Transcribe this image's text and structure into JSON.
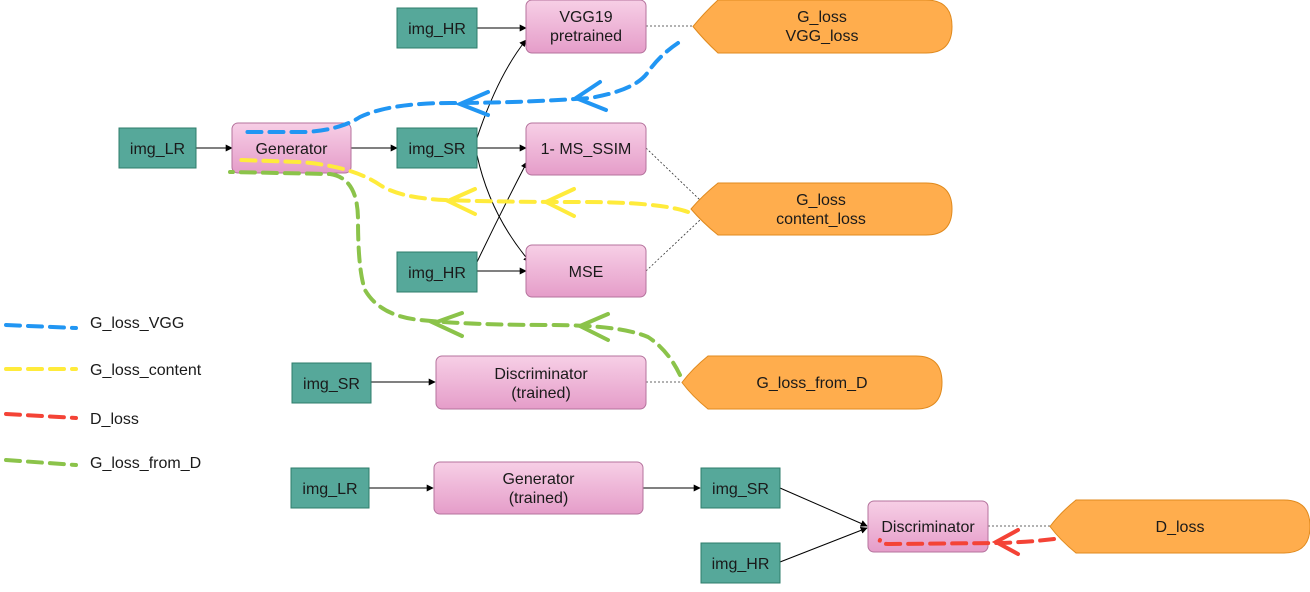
{
  "colors": {
    "teal_fill": "#56a89a",
    "teal_stroke": "#2e7d6b",
    "pink_top": "#f7cfe6",
    "pink_bottom": "#e59dc9",
    "pink_stroke": "#b5739d",
    "orange_fill": "#ffad4d",
    "orange_stroke": "#e08a1e",
    "blue": "#2196f3",
    "yellow": "#ffeb3b",
    "red": "#f44336",
    "green": "#8bc34a"
  },
  "nodes": {
    "img_lr_1": "img_LR",
    "generator_1": "Generator",
    "img_sr_1": "img_SR",
    "img_hr_1": "img_HR",
    "vgg19": [
      "VGG19",
      "pretrained"
    ],
    "ms_ssim": "1- MS_SSIM",
    "img_hr_2": "img_HR",
    "mse": "MSE",
    "g_loss_vgg": [
      "G_loss",
      "VGG_loss"
    ],
    "g_loss_content": [
      "G_loss",
      "content_loss"
    ],
    "img_sr_2": "img_SR",
    "discriminator_trained": [
      "Discriminator",
      "(trained)"
    ],
    "g_loss_from_d": "G_loss_from_D",
    "img_lr_2": "img_LR",
    "generator_trained": [
      "Generator",
      "(trained)"
    ],
    "img_sr_3": "img_SR",
    "img_hr_3": "img_HR",
    "discriminator_2": "Discriminator",
    "d_loss": "D_loss"
  },
  "legend": [
    {
      "label": "G_loss_VGG",
      "color": "#2196f3"
    },
    {
      "label": "G_loss_content",
      "color": "#ffeb3b"
    },
    {
      "label": "D_loss",
      "color": "#f44336"
    },
    {
      "label": "G_loss_from_D",
      "color": "#8bc34a"
    }
  ]
}
